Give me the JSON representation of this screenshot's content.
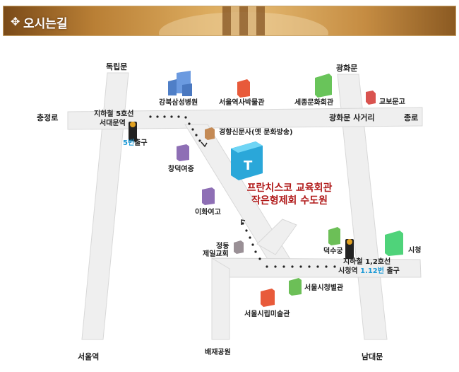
{
  "header": {
    "title": "오시는길",
    "icon": "move-arrows-icon"
  },
  "map": {
    "gates": {
      "dongnimmun": "독립문",
      "gwanghwamun": "광화문",
      "chungjeongno": "충정로",
      "jongno": "종로",
      "seoul_station": "서울역",
      "namdaemun": "남대문",
      "gwanghwamun_intersection": "광화문 사거리"
    },
    "subway_seodaemun": {
      "line1": "지하철 5호선",
      "line2": "서대문역",
      "exit_num": "5번",
      "exit_word": "출구"
    },
    "subway_cityhall": {
      "line1": "지하철 1,2호선",
      "station": "시청역",
      "exit_num": "1.12번",
      "exit_word": "출구"
    },
    "landmarks": {
      "kangbuk_samsung": "강북삼성병원",
      "seoul_history_museum": "서울역사박물관",
      "sejong_center": "세종문화회관",
      "kyobo": "교보문고",
      "kyunghyang": "경향신문사(옛 문화방송)",
      "changdeok_girls": "창덕여중",
      "ewha_high": "이화여고",
      "jeongdong_church_1": "정동",
      "jeongdong_church_2": "제일교회",
      "deoksugung": "덕수궁",
      "city_hall": "시청",
      "city_hall_annex": "서울시청별관",
      "seoul_museum_of_art": "서울시립미술관",
      "paichai_park": "배재공원"
    },
    "destination": {
      "line1": "프란치스코 교육회관",
      "line2": "작은형제회 수도원",
      "logo_letter": "T"
    }
  },
  "colors": {
    "road": "#efefef",
    "accent_red": "#b01818",
    "accent_blue": "#1e9ad6"
  }
}
